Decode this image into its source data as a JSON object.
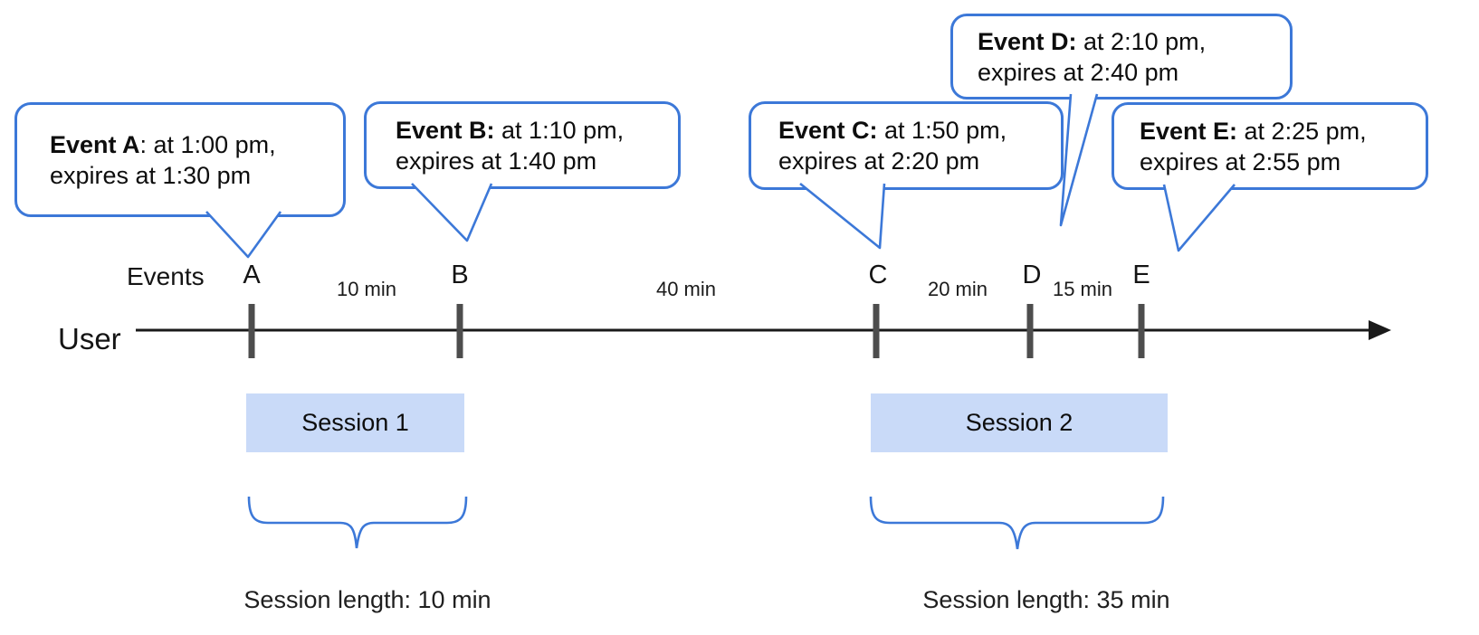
{
  "diagram": {
    "bubbles": [
      {
        "id": "A",
        "bold": "Event A",
        "rest": ": at 1:00 pm,",
        "line2": "expires at 1:30 pm"
      },
      {
        "id": "B",
        "bold": "Event B:",
        "rest": " at 1:10 pm,",
        "line2": "expires at 1:40 pm"
      },
      {
        "id": "C",
        "bold": "Event C:",
        "rest": " at 1:50 pm,",
        "line2": "expires at 2:20 pm"
      },
      {
        "id": "D",
        "bold": "Event D:",
        "rest": " at 2:10 pm,",
        "line2": "expires at 2:40 pm"
      },
      {
        "id": "E",
        "bold": "Event E:",
        "rest": " at 2:25 pm,",
        "line2": "expires at 2:55 pm"
      }
    ],
    "timeline": {
      "events_label": "Events",
      "user_label": "User",
      "markers": [
        "A",
        "B",
        "C",
        "D",
        "E"
      ],
      "intervals": [
        "10 min",
        "40 min",
        "20 min",
        "15 min"
      ]
    },
    "sessions": [
      {
        "label": "Session 1",
        "length": "Session length: 10 min"
      },
      {
        "label": "Session 2",
        "length": "Session length: 35 min"
      }
    ],
    "colors": {
      "accent_blue": "#3c78d8",
      "session_fill": "#c9daf8",
      "tick_gray": "#4d4d4d",
      "axis_black": "#1a1a1a"
    }
  }
}
